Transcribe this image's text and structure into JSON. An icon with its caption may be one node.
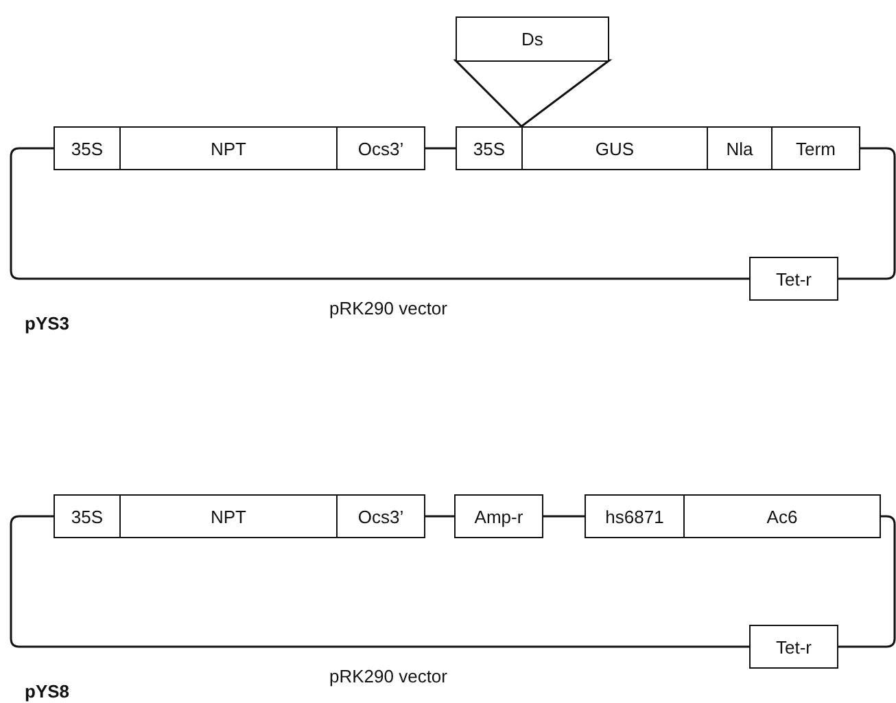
{
  "diagram": {
    "nodes": [
      {
        "text": [
          "Ds"
        ]
      },
      {
        "text": [],
        "shape": "triangle"
      },
      {
        "text": [
          "35S"
        ]
      },
      {
        "text": [
          "NPT"
        ]
      },
      {
        "text": [
          "Ocs3’"
        ]
      },
      {
        "text": [
          "35S"
        ]
      },
      {
        "text": [
          "GUS"
        ]
      },
      {
        "text": [
          "Nla"
        ]
      },
      {
        "text": [
          "Term"
        ]
      },
      {
        "text": [
          "Tet-r"
        ]
      },
      {
        "text": [
          "35S"
        ]
      },
      {
        "text": [
          "NPT"
        ]
      },
      {
        "text": [
          "Ocs3’"
        ]
      },
      {
        "text": [
          "Amp-r"
        ]
      },
      {
        "text": [
          "hs6871"
        ]
      },
      {
        "text": [
          "Ac6"
        ]
      },
      {
        "text": [
          "Tet-r"
        ]
      }
    ],
    "edges": [
      {
        "from": 4,
        "to": 5,
        "arrow": "none"
      },
      {
        "from": 2,
        "to": 9,
        "arrow": "none"
      },
      {
        "from": 8,
        "to": 9,
        "arrow": "none"
      },
      {
        "from": 12,
        "to": 13,
        "arrow": "none"
      },
      {
        "from": 13,
        "to": 14,
        "arrow": "none"
      },
      {
        "from": 10,
        "to": 16,
        "arrow": "none"
      },
      {
        "from": 15,
        "to": 16,
        "arrow": "none"
      }
    ],
    "labels": [
      "pRK290 vector",
      "pYS3",
      "pRK290 vector",
      "pYS8"
    ]
  }
}
